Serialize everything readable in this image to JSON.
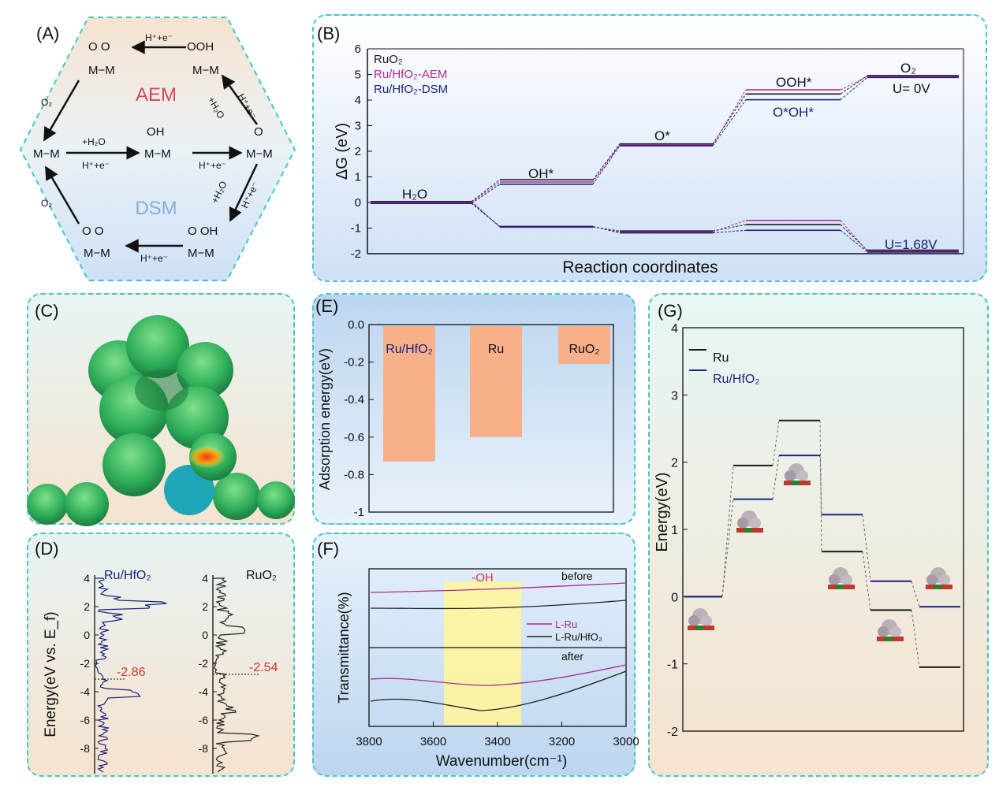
{
  "panels": {
    "A": "(A)",
    "B": "(B)",
    "C": "(C)",
    "D": "(D)",
    "E": "(E)",
    "F": "(F)",
    "G": "(G)"
  },
  "colors": {
    "black": "#1a1a1a",
    "purple": "#b02a8f",
    "navy": "#1a237e",
    "red": "#d32f2f",
    "bar": "#f6b08a",
    "highlight": "#fff59d",
    "dash_border": "#3fc9c6"
  },
  "mechanism": {
    "aem_label": "AEM",
    "dsm_label": "DSM",
    "nodes": {
      "mm": "M−M",
      "ooh": "OOH",
      "oo": "O  O",
      "oh": "OH",
      "o": "O",
      "oo2": "O    O",
      "ooh2": "O   OH"
    },
    "steps": {
      "he": "H⁺+e⁻",
      "h2o": "+H₂O",
      "o2": "O₂"
    }
  },
  "chart_data": [
    {
      "panel": "B",
      "type": "line",
      "ylabel": "ΔG  (eV)",
      "xlabel": "Reaction coordinates",
      "ylim": [
        -2,
        6
      ],
      "yticks": [
        -2,
        -1,
        0,
        1,
        2,
        3,
        4,
        5,
        6
      ],
      "legend": [
        "RuO₂",
        "Ru/HfO₂-AEM",
        "Ru/HfO₂-DSM"
      ],
      "annotations": [
        "H₂O",
        "OH*",
        "O*",
        "OOH*",
        "O*OH*",
        "O₂",
        "U= 0V",
        "U=1.68V"
      ],
      "series": [
        {
          "name": "RuO₂",
          "u0": [
            0,
            0.85,
            2.25,
            4.2,
            4.92
          ],
          "u168": [
            0,
            -1.0,
            -1.15,
            -0.9,
            -1.9
          ]
        },
        {
          "name": "Ru/HfO₂-AEM",
          "u0": [
            0,
            0.8,
            2.25,
            4.4,
            4.92
          ],
          "u168": [
            0,
            -0.95,
            -1.15,
            -0.7,
            -1.9
          ]
        },
        {
          "name": "Ru/HfO₂-DSM",
          "u0": [
            0,
            0.75,
            2.25,
            4.05,
            4.92
          ],
          "u168": [
            0,
            -0.9,
            -1.15,
            -1.05,
            -1.9
          ]
        }
      ]
    },
    {
      "panel": "E",
      "type": "bar",
      "ylabel": "Adsorption energy(eV)",
      "categories": [
        "Ru/HfO₂",
        "Ru",
        "RuO₂"
      ],
      "values": [
        -0.73,
        -0.6,
        -0.21
      ],
      "ylim": [
        -1,
        0
      ],
      "yticks": [
        "0.0",
        "-0.2",
        "-0.4",
        "-0.6",
        "-0.8",
        "-1"
      ]
    },
    {
      "panel": "D",
      "type": "line",
      "ylabel": "Energy(eV vs. E_f)",
      "series": [
        {
          "name": "Ru/HfO₂",
          "dband": "-2.86"
        },
        {
          "name": "RuO₂",
          "dband": "-2.54"
        }
      ],
      "ylim": [
        -9,
        4
      ],
      "yticks": [
        "4",
        "2",
        "0",
        "-2",
        "-4",
        "-6",
        "-8"
      ]
    },
    {
      "panel": "F",
      "type": "line",
      "xlabel": "Wavenumber(cm⁻¹)",
      "ylabel": "Transmittance(%)",
      "xlim": [
        3800,
        3000
      ],
      "xticks": [
        "3800",
        "3600",
        "3400",
        "3200",
        "3000"
      ],
      "labels": {
        "band": "-OH",
        "before": "before",
        "after": "after"
      },
      "legend": [
        "L-Ru",
        "L-Ru/HfO₂"
      ],
      "highlight_range": [
        3560,
        3320
      ]
    },
    {
      "panel": "G",
      "type": "line",
      "ylabel": "Energy(eV)",
      "ylim": [
        -2,
        4
      ],
      "yticks": [
        "4",
        "3",
        "2",
        "1",
        "0",
        "-1",
        "-2"
      ],
      "legend": [
        "Ru",
        "Ru/HfO₂"
      ],
      "series": [
        {
          "name": "Ru",
          "values": [
            0,
            1.95,
            2.62,
            0.67,
            -0.2,
            -1.05
          ]
        },
        {
          "name": "Ru/HfO₂",
          "values": [
            0,
            1.45,
            2.1,
            1.22,
            0.23,
            -0.15
          ]
        }
      ]
    }
  ]
}
